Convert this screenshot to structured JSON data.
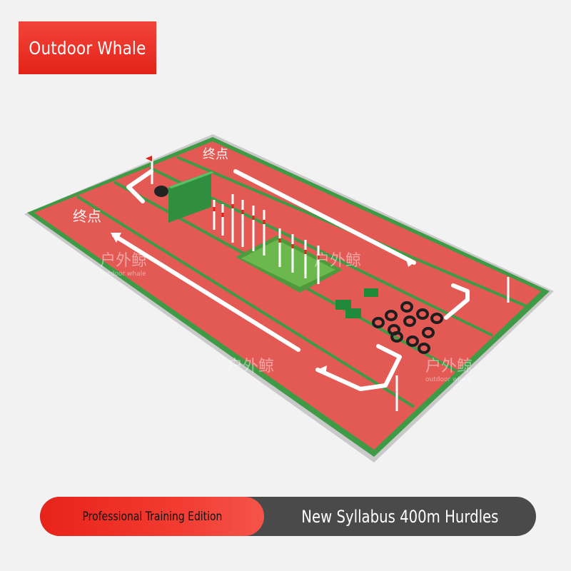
{
  "brand": {
    "name": "Outdoor Whale"
  },
  "footer": {
    "edition_label": "Professional Training Edition",
    "product_title": "New Syllabus 400m Hurdles"
  },
  "scene": {
    "field_color": "#e35a55",
    "border_color": "#3f9a46",
    "watermark_cn": "户外鲸",
    "watermark_en": "outdoor whale",
    "end_sign": "终点"
  }
}
